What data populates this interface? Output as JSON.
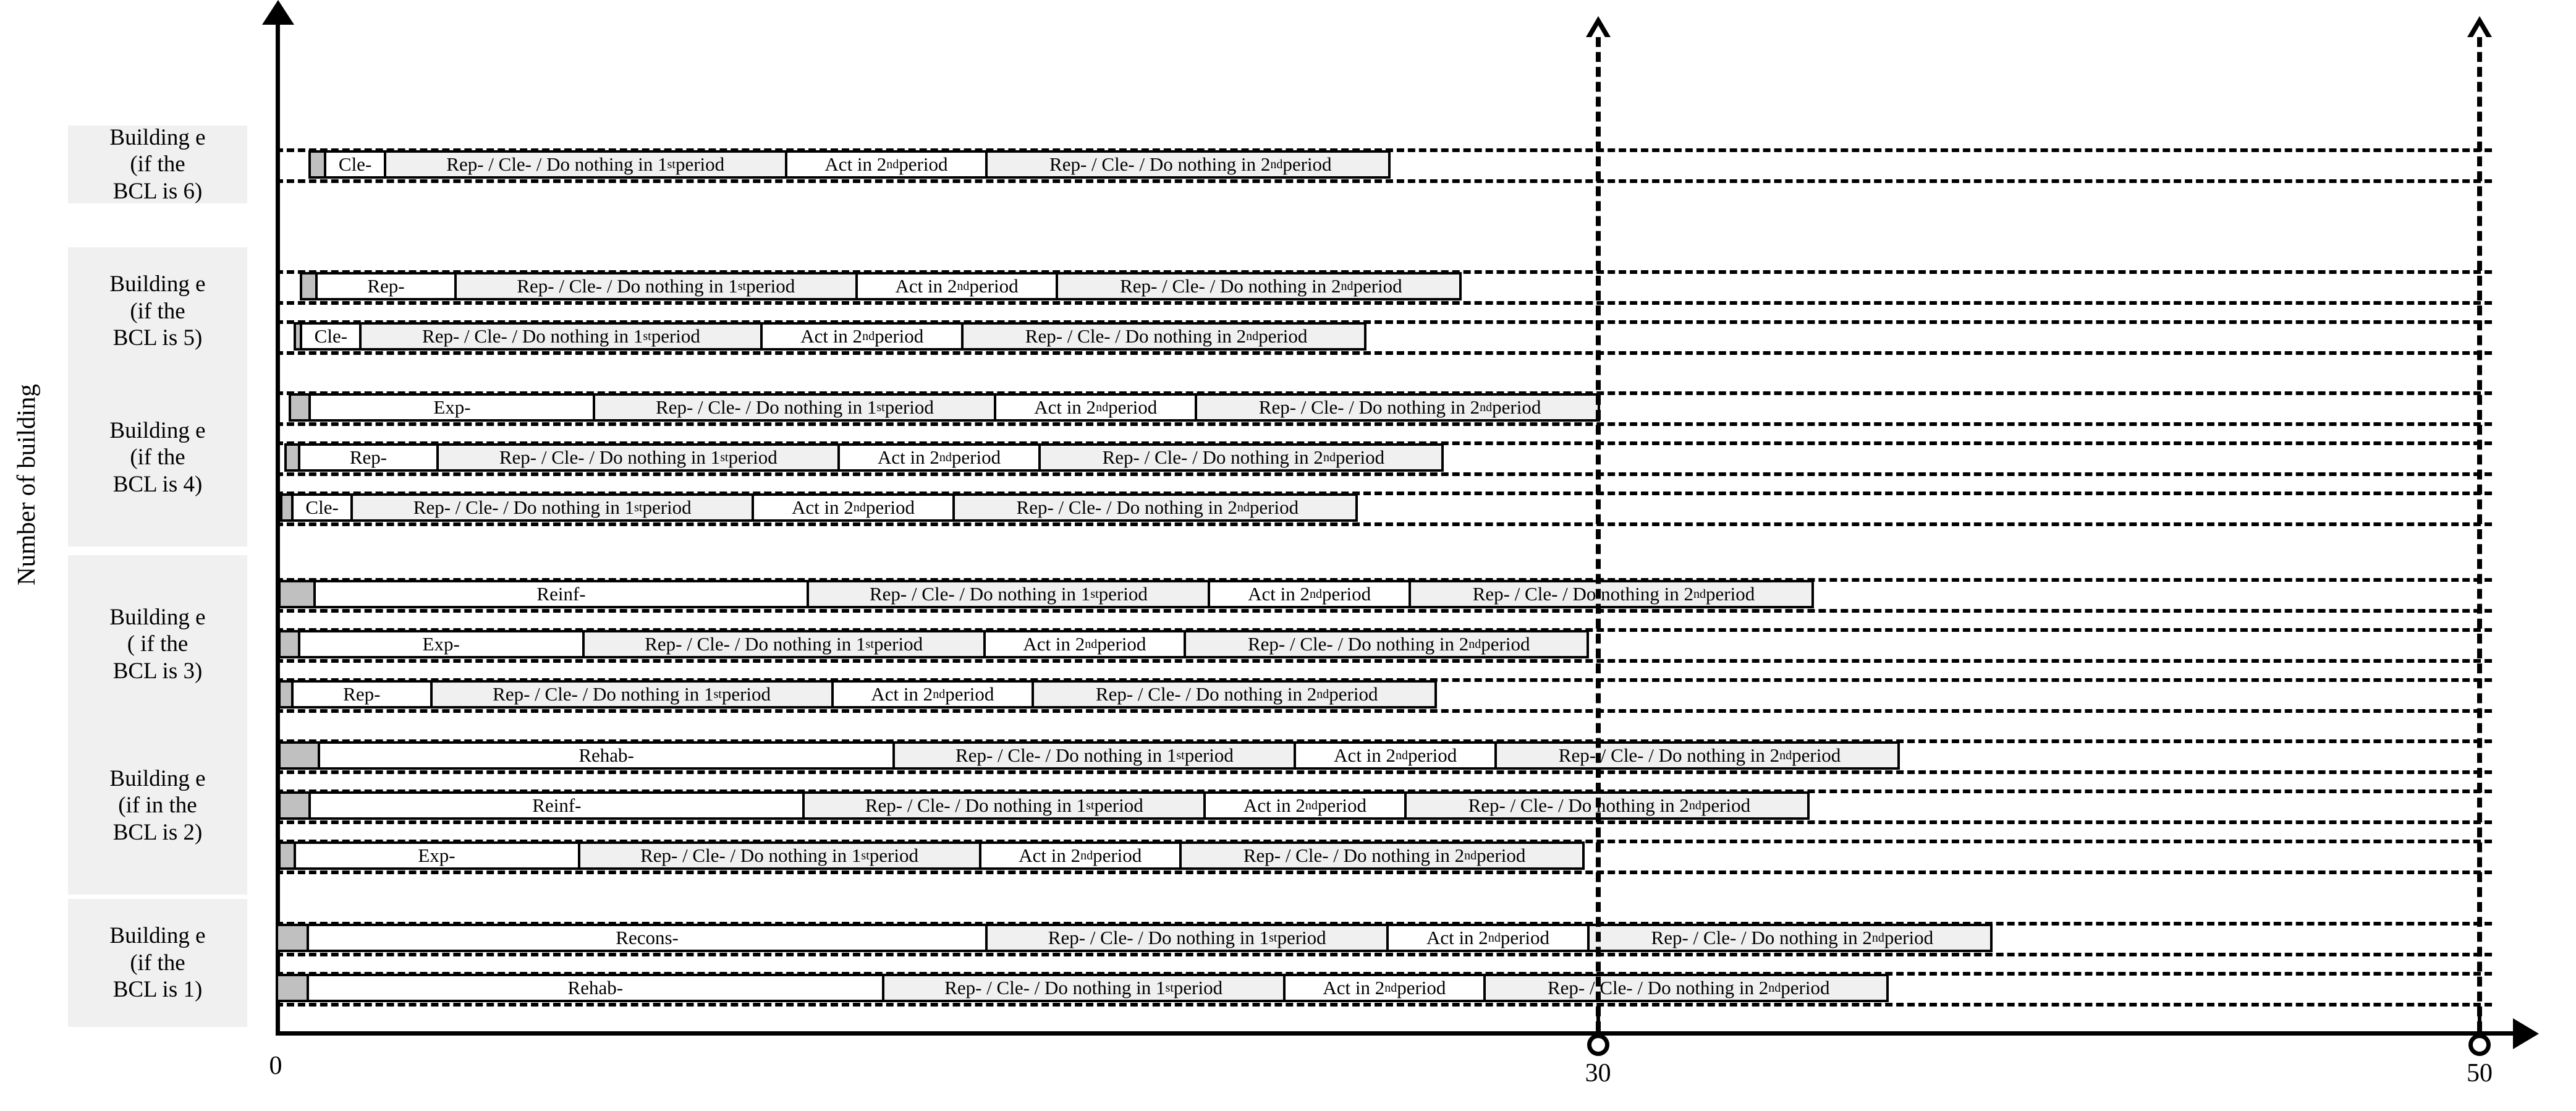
{
  "axes": {
    "y_title": "Number of building",
    "x_ticks": [
      {
        "value": 0,
        "label": "0"
      },
      {
        "value": 30,
        "label": "30"
      },
      {
        "value": 50,
        "label": "50"
      }
    ],
    "x_min": 0,
    "x_max": 50,
    "period_markers": [
      30,
      50
    ]
  },
  "labels": {
    "start_marker": "",
    "recons": "Recons-",
    "rehab": "Rehab-",
    "reinf": "Reinf-",
    "exp": "Exp-",
    "rep": "Rep-",
    "cle": "Cle-",
    "do_nothing_1st": "Rep- / Cle- / Do nothing in 1",
    "do_nothing_1st_sup": "st",
    "do_nothing_1st_tail": " period",
    "act_2nd": "Act in 2",
    "act_2nd_sup": "nd",
    "act_2nd_tail": " period",
    "do_nothing_2nd": "Rep- / Cle- / Do nothing in 2",
    "do_nothing_2nd_sup": "nd",
    "do_nothing_2nd_tail": "  period"
  },
  "colors": {
    "start_block": "#c0c0c0",
    "passive_segment": "#f0f0f0",
    "active_segment": "#ffffff",
    "group_label_bg": "#f0f0f0",
    "stroke": "#000000"
  },
  "groups": [
    {
      "id": "bcl6",
      "lines": [
        "Building e",
        "(if the",
        "BCL is 6)"
      ],
      "rows": 1
    },
    {
      "id": "bcl5",
      "lines": [
        "Building e",
        "(if the",
        "BCL is 5)"
      ],
      "rows": 2
    },
    {
      "id": "bcl4",
      "lines": [
        "Building e",
        "(if the",
        "BCL is 4)"
      ],
      "rows": 3
    },
    {
      "id": "bcl3",
      "lines": [
        "Building e",
        "( if the",
        "BCL is 3)"
      ],
      "rows": 3
    },
    {
      "id": "bcl2",
      "lines": [
        "Building e",
        "(if in the",
        "BCL is 2)"
      ],
      "rows": 3
    },
    {
      "id": "bcl1",
      "lines": [
        "Building e",
        "(if the",
        "BCL is 1)"
      ],
      "rows": 2
    }
  ],
  "chart_data": {
    "type": "bar",
    "title": "",
    "xlabel": "",
    "ylabel": "Number of building",
    "xlim": [
      0,
      50
    ],
    "grid": false,
    "legend": "none",
    "rows": [
      {
        "group": "bcl6",
        "index": 0,
        "segments": [
          {
            "kind": "start",
            "label": "",
            "x0": 0.75,
            "x1": 1.1
          },
          {
            "kind": "action",
            "label": "Cle-",
            "x0": 1.1,
            "x1": 2.45
          },
          {
            "kind": "passive",
            "label": "dn1",
            "x0": 2.45,
            "x1": 11.55
          },
          {
            "kind": "act2",
            "label": "act2",
            "x0": 11.55,
            "x1": 16.1
          },
          {
            "kind": "passive",
            "label": "dn2",
            "x0": 16.1,
            "x1": 25.3
          }
        ]
      },
      {
        "group": "bcl5",
        "index": 0,
        "segments": [
          {
            "kind": "start",
            "label": "",
            "x0": 0.55,
            "x1": 0.9
          },
          {
            "kind": "action",
            "label": "Rep-",
            "x0": 0.9,
            "x1": 4.05
          },
          {
            "kind": "passive",
            "label": "dn1",
            "x0": 4.05,
            "x1": 13.15
          },
          {
            "kind": "act2",
            "label": "act2",
            "x0": 13.15,
            "x1": 17.7
          },
          {
            "kind": "passive",
            "label": "dn2",
            "x0": 17.7,
            "x1": 26.9
          }
        ]
      },
      {
        "group": "bcl5",
        "index": 1,
        "segments": [
          {
            "kind": "start",
            "label": "",
            "x0": 0.4,
            "x1": 0.55
          },
          {
            "kind": "action",
            "label": "Cle-",
            "x0": 0.55,
            "x1": 1.9
          },
          {
            "kind": "passive",
            "label": "dn1",
            "x0": 1.9,
            "x1": 11.0
          },
          {
            "kind": "act2",
            "label": "act2",
            "x0": 11.0,
            "x1": 15.55
          },
          {
            "kind": "passive",
            "label": "dn2",
            "x0": 15.55,
            "x1": 24.75
          }
        ]
      },
      {
        "group": "bcl4",
        "index": 0,
        "segments": [
          {
            "kind": "start",
            "label": "",
            "x0": 0.3,
            "x1": 0.75
          },
          {
            "kind": "action",
            "label": "Exp-",
            "x0": 0.75,
            "x1": 7.2
          },
          {
            "kind": "passive",
            "label": "dn1",
            "x0": 7.2,
            "x1": 16.3
          },
          {
            "kind": "act2",
            "label": "act2",
            "x0": 16.3,
            "x1": 20.85
          },
          {
            "kind": "passive",
            "label": "dn2",
            "x0": 20.85,
            "x1": 30.05
          }
        ]
      },
      {
        "group": "bcl4",
        "index": 1,
        "segments": [
          {
            "kind": "start",
            "label": "",
            "x0": 0.2,
            "x1": 0.5
          },
          {
            "kind": "action",
            "label": "Rep-",
            "x0": 0.5,
            "x1": 3.65
          },
          {
            "kind": "passive",
            "label": "dn1",
            "x0": 3.65,
            "x1": 12.75
          },
          {
            "kind": "act2",
            "label": "act2",
            "x0": 12.75,
            "x1": 17.3
          },
          {
            "kind": "passive",
            "label": "dn2",
            "x0": 17.3,
            "x1": 26.5
          }
        ]
      },
      {
        "group": "bcl4",
        "index": 2,
        "segments": [
          {
            "kind": "start",
            "label": "",
            "x0": 0.1,
            "x1": 0.35
          },
          {
            "kind": "action",
            "label": "Cle-",
            "x0": 0.35,
            "x1": 1.7
          },
          {
            "kind": "passive",
            "label": "dn1",
            "x0": 1.7,
            "x1": 10.8
          },
          {
            "kind": "act2",
            "label": "act2",
            "x0": 10.8,
            "x1": 15.35
          },
          {
            "kind": "passive",
            "label": "dn2",
            "x0": 15.35,
            "x1": 24.55
          }
        ]
      },
      {
        "group": "bcl3",
        "index": 0,
        "segments": [
          {
            "kind": "start",
            "label": "",
            "x0": 0.05,
            "x1": 0.85
          },
          {
            "kind": "action",
            "label": "Reinf-",
            "x0": 0.85,
            "x1": 12.05
          },
          {
            "kind": "passive",
            "label": "dn1",
            "x0": 12.05,
            "x1": 21.15
          },
          {
            "kind": "act2",
            "label": "act2",
            "x0": 21.15,
            "x1": 25.7
          },
          {
            "kind": "passive",
            "label": "dn2",
            "x0": 25.7,
            "x1": 34.9
          }
        ]
      },
      {
        "group": "bcl3",
        "index": 1,
        "segments": [
          {
            "kind": "start",
            "label": "",
            "x0": 0.05,
            "x1": 0.5
          },
          {
            "kind": "action",
            "label": "Exp-",
            "x0": 0.5,
            "x1": 6.95
          },
          {
            "kind": "passive",
            "label": "dn1",
            "x0": 6.95,
            "x1": 16.05
          },
          {
            "kind": "act2",
            "label": "act2",
            "x0": 16.05,
            "x1": 20.6
          },
          {
            "kind": "passive",
            "label": "dn2",
            "x0": 20.6,
            "x1": 29.8
          }
        ]
      },
      {
        "group": "bcl3",
        "index": 2,
        "segments": [
          {
            "kind": "start",
            "label": "",
            "x0": 0.05,
            "x1": 0.35
          },
          {
            "kind": "action",
            "label": "Rep-",
            "x0": 0.35,
            "x1": 3.5
          },
          {
            "kind": "passive",
            "label": "dn1",
            "x0": 3.5,
            "x1": 12.6
          },
          {
            "kind": "act2",
            "label": "act2",
            "x0": 12.6,
            "x1": 17.15
          },
          {
            "kind": "passive",
            "label": "dn2",
            "x0": 17.15,
            "x1": 26.35
          }
        ]
      },
      {
        "group": "bcl2",
        "index": 0,
        "segments": [
          {
            "kind": "start",
            "label": "",
            "x0": 0.05,
            "x1": 0.95
          },
          {
            "kind": "action",
            "label": "Rehab-",
            "x0": 0.95,
            "x1": 14.0
          },
          {
            "kind": "passive",
            "label": "dn1",
            "x0": 14.0,
            "x1": 23.1
          },
          {
            "kind": "act2",
            "label": "act2",
            "x0": 23.1,
            "x1": 27.65
          },
          {
            "kind": "passive",
            "label": "dn2",
            "x0": 27.65,
            "x1": 36.85
          }
        ]
      },
      {
        "group": "bcl2",
        "index": 1,
        "segments": [
          {
            "kind": "start",
            "label": "",
            "x0": 0.05,
            "x1": 0.75
          },
          {
            "kind": "action",
            "label": "Reinf-",
            "x0": 0.75,
            "x1": 11.95
          },
          {
            "kind": "passive",
            "label": "dn1",
            "x0": 11.95,
            "x1": 21.05
          },
          {
            "kind": "act2",
            "label": "act2",
            "x0": 21.05,
            "x1": 25.6
          },
          {
            "kind": "passive",
            "label": "dn2",
            "x0": 25.6,
            "x1": 34.8
          }
        ]
      },
      {
        "group": "bcl2",
        "index": 2,
        "segments": [
          {
            "kind": "start",
            "label": "",
            "x0": 0.05,
            "x1": 0.4
          },
          {
            "kind": "action",
            "label": "Exp-",
            "x0": 0.4,
            "x1": 6.85
          },
          {
            "kind": "passive",
            "label": "dn1",
            "x0": 6.85,
            "x1": 15.95
          },
          {
            "kind": "act2",
            "label": "act2",
            "x0": 15.95,
            "x1": 20.5
          },
          {
            "kind": "passive",
            "label": "dn2",
            "x0": 20.5,
            "x1": 29.7
          }
        ]
      },
      {
        "group": "bcl1",
        "index": 0,
        "segments": [
          {
            "kind": "start",
            "label": "",
            "x0": 0.0,
            "x1": 0.7
          },
          {
            "kind": "action",
            "label": "Recons-",
            "x0": 0.7,
            "x1": 16.1
          },
          {
            "kind": "passive",
            "label": "dn1",
            "x0": 16.1,
            "x1": 25.2
          },
          {
            "kind": "act2",
            "label": "act2",
            "x0": 25.2,
            "x1": 29.75
          },
          {
            "kind": "passive",
            "label": "dn2",
            "x0": 29.75,
            "x1": 38.95
          }
        ]
      },
      {
        "group": "bcl1",
        "index": 1,
        "segments": [
          {
            "kind": "start",
            "label": "",
            "x0": 0.0,
            "x1": 0.7
          },
          {
            "kind": "action",
            "label": "Rehab-",
            "x0": 0.7,
            "x1": 13.75
          },
          {
            "kind": "passive",
            "label": "dn1",
            "x0": 13.75,
            "x1": 22.85
          },
          {
            "kind": "act2",
            "label": "act2",
            "x0": 22.85,
            "x1": 27.4
          },
          {
            "kind": "passive",
            "label": "dn2",
            "x0": 27.4,
            "x1": 36.6
          }
        ]
      }
    ]
  }
}
